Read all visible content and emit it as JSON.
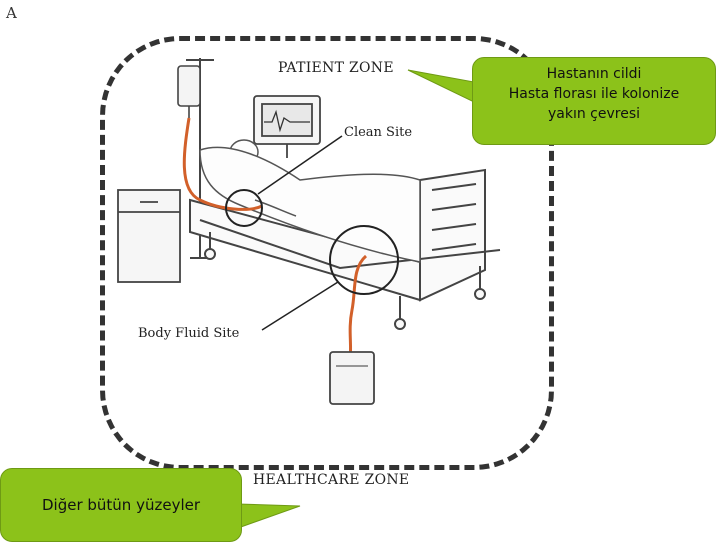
{
  "panel_letter": "A",
  "zones": {
    "patient": "PATIENT ZONE",
    "healthcare": "HEALTHCARE ZONE"
  },
  "sites": {
    "clean": "Clean Site",
    "body_fluid": "Body Fluid Site"
  },
  "callouts": {
    "top_lines": [
      "Hastanın cildi",
      "Hasta florası ile kolonize",
      "yakın çevresi"
    ],
    "bottom": "Diğer bütün yüzeyler"
  },
  "colors": {
    "callout_fill": "#8cc21a",
    "tube": "#d2602a",
    "line": "#333333"
  }
}
